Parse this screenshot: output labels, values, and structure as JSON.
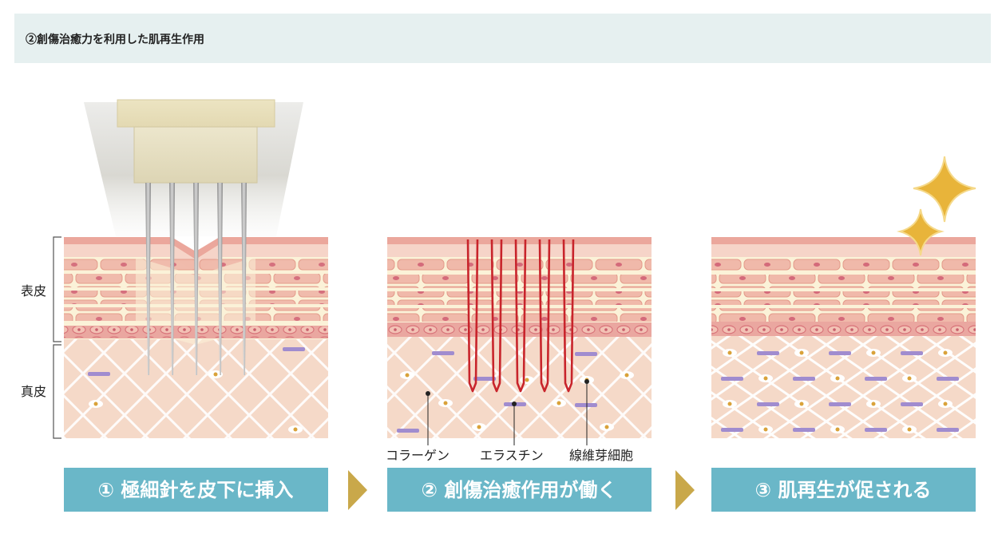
{
  "header": {
    "title": "②創傷治癒力を利用した肌再生作用"
  },
  "labels": {
    "epidermis": "表皮",
    "dermis": "真皮",
    "collagen": "コラーゲン",
    "elastin": "エラスチン",
    "fibroblast": "線維芽細胞"
  },
  "steps": [
    {
      "label": "① 極細針を皮下に挿入"
    },
    {
      "label": "② 創傷治癒作用が働く"
    },
    {
      "label": "③ 肌再生が促される"
    }
  ],
  "colors": {
    "step_banner": "#6ab7c8",
    "arrow": "#c9a84a",
    "needle_red": "#c8242b",
    "sparkle": "#e8b43a"
  }
}
